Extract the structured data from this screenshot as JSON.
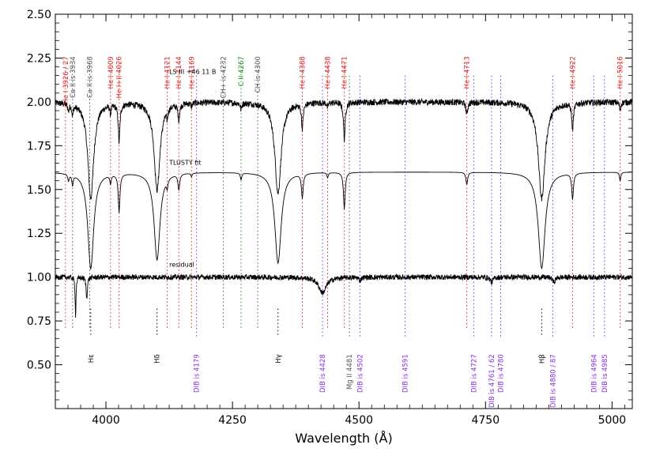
{
  "chart_data": {
    "type": "line",
    "title": "",
    "xlabel": "Wavelength (Å)",
    "ylabel": "",
    "xlim": [
      3900,
      5040
    ],
    "ylim": [
      0.25,
      2.5
    ],
    "grid": false,
    "x_ticks": [
      4000,
      4250,
      4500,
      4750,
      5000
    ],
    "y_ticks": [
      0.5,
      0.75,
      1.0,
      1.25,
      1.5,
      1.75,
      2.0,
      2.25,
      2.5
    ],
    "x_tick_labels": [
      "4000",
      "4250",
      "4500",
      "4750",
      "5000"
    ],
    "y_tick_labels": [
      "0.50",
      "0.75",
      "1.00",
      "1.25",
      "1.50",
      "1.75",
      "2.00",
      "2.25",
      "2.50"
    ],
    "colors": {
      "spectrum": "#000000",
      "he_lines": "#dd2222",
      "metal_lines": "#555555",
      "carbon_lines": "#228822",
      "dib_lines": "#8a2be2"
    },
    "series": [
      {
        "name": "LS III +46 11 B",
        "offset": 1.0,
        "noise": 0.018
      },
      {
        "name": "TLUSTY fit",
        "offset": 0.6,
        "noise": 0.0
      },
      {
        "name": "residual",
        "offset": 0.0,
        "noise": 0.015
      }
    ],
    "absorption_features": [
      {
        "x": 3970,
        "depth": 0.55,
        "width": 7
      },
      {
        "x": 4101,
        "depth": 0.5,
        "width": 7
      },
      {
        "x": 4340,
        "depth": 0.52,
        "width": 7.5
      },
      {
        "x": 4861,
        "depth": 0.55,
        "width": 8
      },
      {
        "x": 4026,
        "depth": 0.22,
        "width": 2
      },
      {
        "x": 4009,
        "depth": 0.05,
        "width": 1.5
      },
      {
        "x": 4121,
        "depth": 0.05,
        "width": 1.5
      },
      {
        "x": 4144,
        "depth": 0.09,
        "width": 2
      },
      {
        "x": 4169,
        "depth": 0.02,
        "width": 1.5
      },
      {
        "x": 4267,
        "depth": 0.04,
        "width": 1.5
      },
      {
        "x": 4388,
        "depth": 0.14,
        "width": 2
      },
      {
        "x": 4438,
        "depth": 0.03,
        "width": 1.5
      },
      {
        "x": 4471,
        "depth": 0.21,
        "width": 2
      },
      {
        "x": 4713,
        "depth": 0.07,
        "width": 2
      },
      {
        "x": 4922,
        "depth": 0.15,
        "width": 2
      },
      {
        "x": 5016,
        "depth": 0.05,
        "width": 1.5
      },
      {
        "x": 3934,
        "depth": 0.06,
        "width": 1.5
      },
      {
        "x": 3926,
        "depth": 0.04,
        "width": 1.5
      }
    ],
    "residual_features": [
      {
        "x": 3962,
        "depth": -0.12,
        "width": 1.5
      },
      {
        "x": 3940,
        "depth": -0.22,
        "width": 1
      },
      {
        "x": 4428,
        "depth": -0.09,
        "width": 9
      },
      {
        "x": 4762,
        "depth": -0.03,
        "width": 3
      },
      {
        "x": 4885,
        "depth": -0.03,
        "width": 3
      },
      {
        "x": 4502,
        "depth": -0.02,
        "width": 2
      }
    ],
    "spectrum_labels": [
      {
        "text": "LS III +46 11 B",
        "x": 4125,
        "y": 2.16
      },
      {
        "text": "TLUSTY fit",
        "x": 4125,
        "y": 1.64
      },
      {
        "text": "residual",
        "x": 4125,
        "y": 1.06
      }
    ],
    "top_line_ids": [
      {
        "x": 3920,
        "label": "He I 3926 / 27",
        "group": "he"
      },
      {
        "x": 3934,
        "label": "Ca II is 3934",
        "group": "metal"
      },
      {
        "x": 3968,
        "label": "Ca II is 3968",
        "group": "metal"
      },
      {
        "x": 4009,
        "label": "He I 4009",
        "group": "he"
      },
      {
        "x": 4026,
        "label": "He I+II 4026",
        "group": "he"
      },
      {
        "x": 4121,
        "label": "He I 4121",
        "group": "he"
      },
      {
        "x": 4144,
        "label": "He I 4144",
        "group": "he"
      },
      {
        "x": 4169,
        "label": "He I 4169",
        "group": "he"
      },
      {
        "x": 4232,
        "label": "CH+ is 4232",
        "group": "metal"
      },
      {
        "x": 4267,
        "label": "C II 4267",
        "group": "carbon"
      },
      {
        "x": 4300,
        "label": "CH is 4300",
        "group": "metal"
      },
      {
        "x": 4388,
        "label": "He I 4388",
        "group": "he"
      },
      {
        "x": 4438,
        "label": "He I 4438",
        "group": "he"
      },
      {
        "x": 4471,
        "label": "He I 4471",
        "group": "he"
      },
      {
        "x": 4713,
        "label": "He I 4713",
        "group": "he"
      },
      {
        "x": 4922,
        "label": "He I 4922",
        "group": "he"
      },
      {
        "x": 5016,
        "label": "He I 5016",
        "group": "he"
      }
    ],
    "bottom_line_ids": [
      {
        "x": 3970,
        "label": "Hε",
        "group": "balmer"
      },
      {
        "x": 4101,
        "label": "Hδ",
        "group": "balmer"
      },
      {
        "x": 4179,
        "label": "DIB is 4179",
        "group": "dib"
      },
      {
        "x": 4340,
        "label": "Hγ",
        "group": "balmer"
      },
      {
        "x": 4428,
        "label": "DIB is 4428",
        "group": "dib"
      },
      {
        "x": 4481,
        "label": "Mg II 4481",
        "group": "metal"
      },
      {
        "x": 4502,
        "label": "DIB is 4502",
        "group": "dib"
      },
      {
        "x": 4591,
        "label": "DIB is 4591",
        "group": "dib"
      },
      {
        "x": 4727,
        "label": "DIB is 4727",
        "group": "dib"
      },
      {
        "x": 4762,
        "label": "DIB is 4761 / 62",
        "group": "dib"
      },
      {
        "x": 4780,
        "label": "DIB is 4780",
        "group": "dib"
      },
      {
        "x": 4861,
        "label": "Hβ",
        "group": "balmer"
      },
      {
        "x": 4883,
        "label": "DIB is 4880 / 87",
        "group": "dib"
      },
      {
        "x": 4964,
        "label": "DIB is 4964",
        "group": "dib"
      },
      {
        "x": 4985,
        "label": "DIB is 4985",
        "group": "dib"
      }
    ]
  }
}
